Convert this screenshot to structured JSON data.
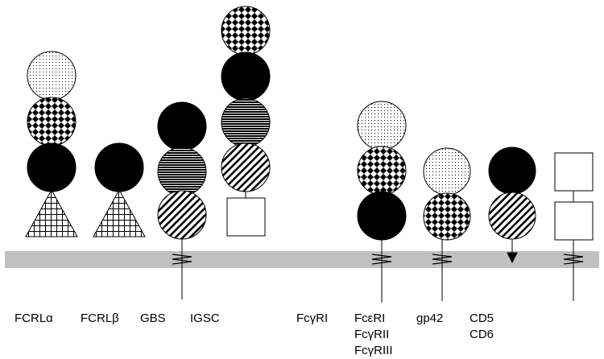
{
  "labels": {
    "fcrl_alpha": "FCRLα",
    "fcrl_beta": "FCRLβ",
    "gbs": "GBS",
    "igsc": "IGSC",
    "fcgri": "FcγRI",
    "fceri": "FcεRI",
    "fcgrii": "FcγRII",
    "fcgriii": "FcγRIII",
    "gp42": "gp42",
    "cd5": "CD5",
    "cd6": "CD6"
  },
  "colors": {
    "membrane": "#c0c0c0",
    "stroke": "#000000",
    "solid": "#000000",
    "background": "#ffffff"
  },
  "patterns": [
    "dotted",
    "checkered",
    "solid-black",
    "horizontal-lines",
    "diagonal-hatch",
    "crosshatch-grid",
    "empty-square"
  ],
  "legend_present": false
}
